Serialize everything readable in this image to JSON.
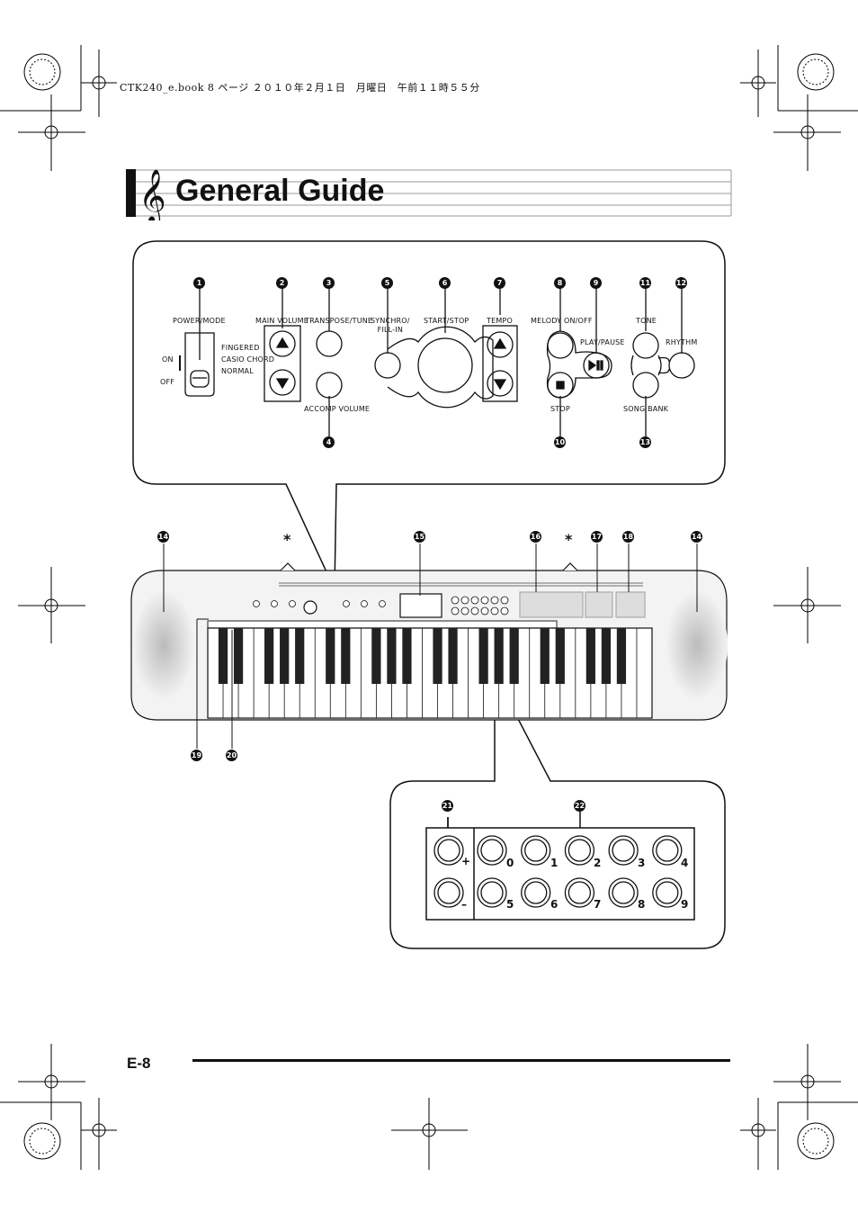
{
  "header": {
    "file_info": "CTK240_e.book  8 ページ  ２０１０年２月１日　月曜日　午前１１時５５分"
  },
  "title": "General Guide",
  "panel": {
    "power_mode": "POWER/MODE",
    "on": "ON",
    "off": "OFF",
    "modes": [
      "FINGERED",
      "CASIO CHORD",
      "NORMAL"
    ],
    "main_volume": "MAIN VOLUME",
    "transpose_tune": "TRANSPOSE/TUNE",
    "accomp_volume": "ACCOMP VOLUME",
    "synchro": "SYNCHRO/\nFILL-IN",
    "start_stop": "START/STOP",
    "tempo": "TEMPO",
    "melody": "MELODY ON/OFF",
    "play_pause": "PLAY/PAUSE",
    "stop": "STOP",
    "tone": "TONE",
    "rhythm": "RHYTHM",
    "song_bank": "SONG BANK"
  },
  "callouts": {
    "n1": "1",
    "n2": "2",
    "n3": "3",
    "n4": "4",
    "n5": "5",
    "n6": "6",
    "n7": "7",
    "n8": "8",
    "n9": "9",
    "n10": "10",
    "n11": "11",
    "n12": "12",
    "n13": "13",
    "n14": "14",
    "n15": "15",
    "n16": "16",
    "n17": "17",
    "n18": "18",
    "n19": "19",
    "n20": "20",
    "n21": "21",
    "n22": "22",
    "asterisk": "*"
  },
  "keypad": {
    "plus": "+",
    "minus": "–",
    "digits": [
      "0",
      "1",
      "2",
      "3",
      "4",
      "5",
      "6",
      "7",
      "8",
      "9"
    ]
  },
  "footer": {
    "page_number": "E-8"
  }
}
